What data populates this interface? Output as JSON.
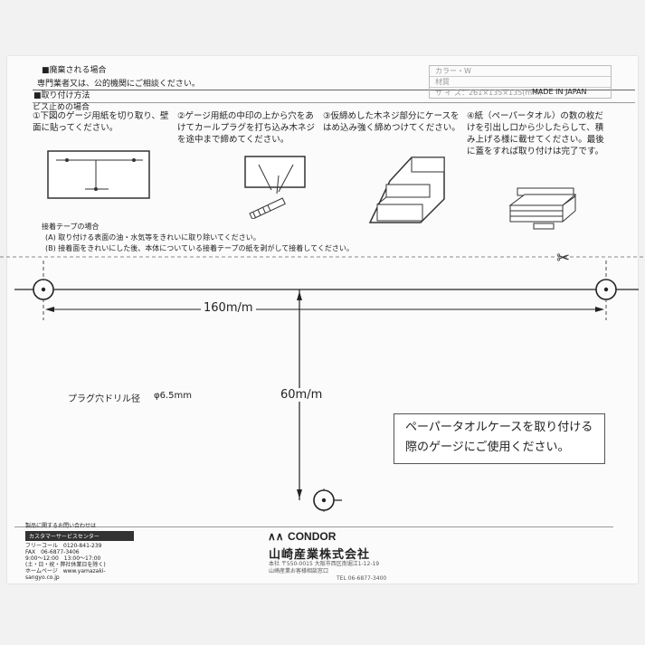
{
  "header": {
    "disposal_heading": "■廃棄される場合",
    "disposal_text": "専門業者又は、公的機関にご相談ください。",
    "install_heading": "■取り付け方法",
    "screw_heading": "ビス止めの場合",
    "spec_rows": [
      "カラー・W",
      "材質",
      "サ イ ズ：261×135×135(mm)"
    ],
    "made_in": "MADE IN JAPAN"
  },
  "steps": [
    {
      "text": "①下図のゲージ用紙を切り取り、壁面に貼ってください。"
    },
    {
      "text": "②ゲージ用紙の中印の上から穴をあけてカールプラグを打ち込み木ネジを途中まで締めてください。"
    },
    {
      "text": "③仮締めした木ネジ部分にケースをはめ込み強く締めつけてください。"
    },
    {
      "text": "④紙（ペーパータオル）の数の枚だけを引出し口から少したらして、積み上げる様に載せてください。最後に蓋をすれば取り付けは完了です。"
    }
  ],
  "tape": {
    "heading": "接着テープの場合",
    "a": "(A) 取り付ける表面の油・水気等をきれいに取り除いてください。",
    "b": "(B) 接着面をきれいにした後、本体についている接着テープの紙を剥がして接着してください。"
  },
  "gauge": {
    "horizontal_label": "160m/m",
    "vertical_label": "60m/m",
    "drill_label": "プラグ穴ドリル径",
    "drill_value": "φ6.5mm"
  },
  "notice": {
    "text": "ペーパータオルケースを取り付ける際のゲージにご使用ください。"
  },
  "footer": {
    "left_top": "製品に関するお問い合わせは",
    "service_center": "カスタマーサービスセンター",
    "free_dial": "フリーコール　0120-841-239",
    "fax": "FAX　06-6877-3406",
    "hours": "9:00～12:00　13:00～17:00",
    "closed": "(土・日・祝・弊社休業日を除く)",
    "homepage": "ホームページ　www.yamazaki-sangyo.co.jp",
    "brand": "CONDOR",
    "company": "山崎産業株式会社",
    "address1": "本社 〒550-0015 大阪市西区南堀江1-12-19",
    "address2": "山崎産業お客様相談窓口",
    "tel": "TEL 06-6877-3400"
  }
}
